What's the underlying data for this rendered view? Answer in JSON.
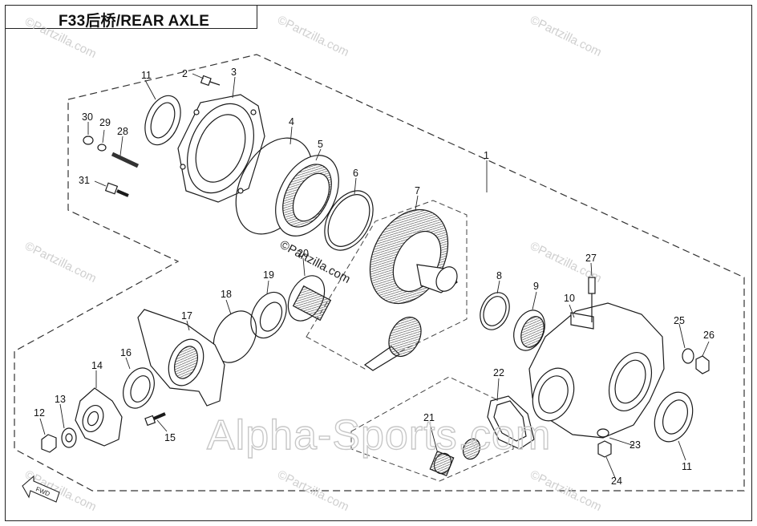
{
  "title": "F33后桥/REAR AXLE",
  "watermarks": {
    "partzilla": "©Partzilla.com",
    "partzilla_center": "©Partzilla.com",
    "alpha": "Alpha-Sports.com"
  },
  "fwd_label": "FWD",
  "callouts": [
    "1",
    "2",
    "3",
    "4",
    "5",
    "6",
    "7",
    "8",
    "9",
    "10",
    "11",
    "11",
    "12",
    "13",
    "14",
    "15",
    "16",
    "17",
    "18",
    "19",
    "20",
    "21",
    "22",
    "23",
    "24",
    "25",
    "26",
    "27",
    "28",
    "29",
    "30",
    "31"
  ]
}
